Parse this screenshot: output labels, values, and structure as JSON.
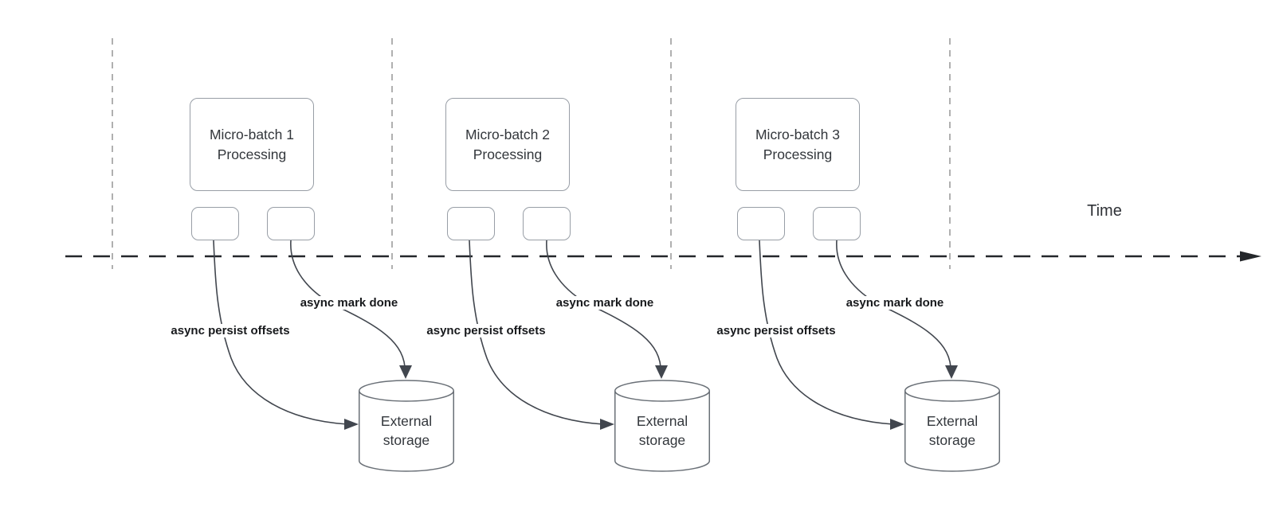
{
  "time_axis": {
    "label": "Time"
  },
  "groups": [
    {
      "batch_label": "Micro-batch 1\nProcessing",
      "persist_label": "async persist offsets",
      "mark_label": "async mark done",
      "storage_label": "External\nstorage"
    },
    {
      "batch_label": "Micro-batch 2\nProcessing",
      "persist_label": "async persist offsets",
      "mark_label": "async mark done",
      "storage_label": "External\nstorage"
    },
    {
      "batch_label": "Micro-batch 3\nProcessing",
      "persist_label": "async persist offsets",
      "mark_label": "async mark done",
      "storage_label": "External\nstorage"
    }
  ],
  "colors": {
    "background": "#ffffff",
    "axis": "#24272b",
    "gridline": "#a8a8a8",
    "arrow": "#41464e",
    "shape-border": "#989ea6",
    "cylinder-border": "#6a7077",
    "shape-text": "#33373c",
    "label-text": "#17191c",
    "time-text": "#2f3237"
  }
}
